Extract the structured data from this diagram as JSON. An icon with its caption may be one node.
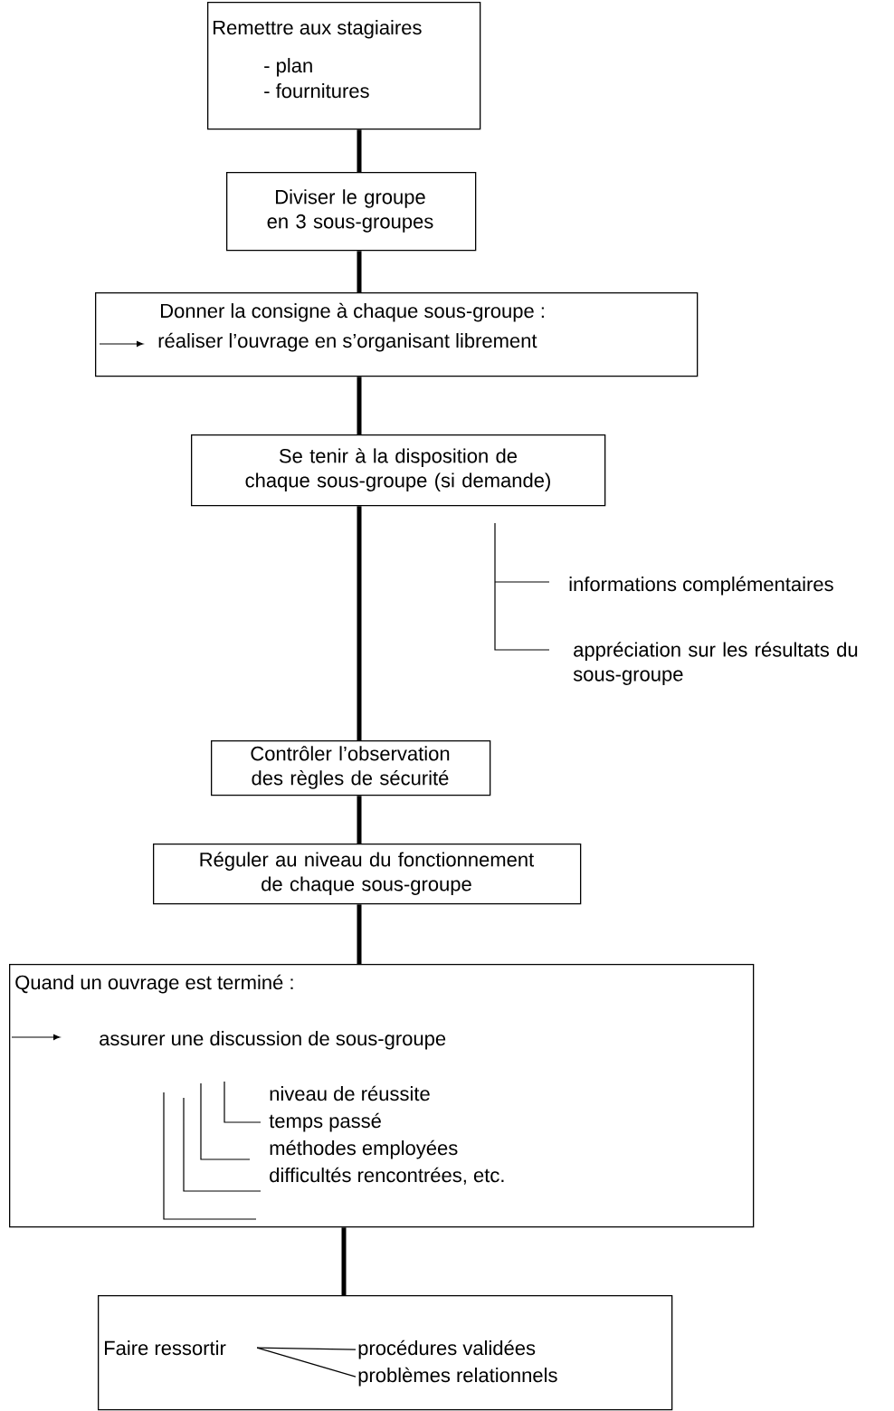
{
  "diagram": {
    "nodes": [
      {
        "text": [
          "Remettre aux stagiaires",
          "- plan",
          "- fournitures"
        ]
      },
      {
        "text": [
          "Diviser le groupe en 3 sous-groupes"
        ]
      },
      {
        "text": [
          "Donner la consigne à chaque sous-groupe :",
          "réaliser l’ouvrage en s’organisant librement"
        ]
      },
      {
        "text": [
          "Se tenir à la disposition de chaque sous-groupe (si demande)"
        ]
      },
      {
        "text": [
          "Contrôler l’observation des règles de sécurité"
        ]
      },
      {
        "text": [
          "Réguler au niveau du fonctionnement de chaque sous-groupe"
        ]
      },
      {
        "text": [
          "Quand un ouvrage est terminé :",
          "assurer une discussion de sous-groupe",
          "niveau de réussite",
          "temps passé",
          "méthodes employées",
          "difficultés rencontrées, etc."
        ]
      },
      {
        "text": [],
        "shape": "box"
      },
      {
        "text": [
          "Faire ressortir"
        ],
        "in": 7
      },
      {
        "text": [
          "procédures validées"
        ],
        "in": 7
      },
      {
        "text": [
          "problèmes relationnels"
        ],
        "in": 7
      }
    ],
    "edges": [
      {
        "from": 0,
        "to": 1,
        "arrow": "none"
      },
      {
        "from": 1,
        "to": 2,
        "arrow": "none"
      },
      {
        "from": 2,
        "to": 3,
        "arrow": "none"
      },
      {
        "from": 3,
        "to": 4,
        "arrow": "none"
      },
      {
        "from": 4,
        "to": 5,
        "arrow": "none"
      },
      {
        "from": 5,
        "to": 6,
        "arrow": "none"
      },
      {
        "from": 6,
        "to": 7,
        "arrow": "none"
      },
      {
        "from": 8,
        "to": 9,
        "arrow": "none"
      },
      {
        "from": 8,
        "to": 10,
        "arrow": "none"
      }
    ],
    "labels": [
      "informations complémentaires",
      "appréciation sur les résultats du sous-groupe"
    ]
  }
}
